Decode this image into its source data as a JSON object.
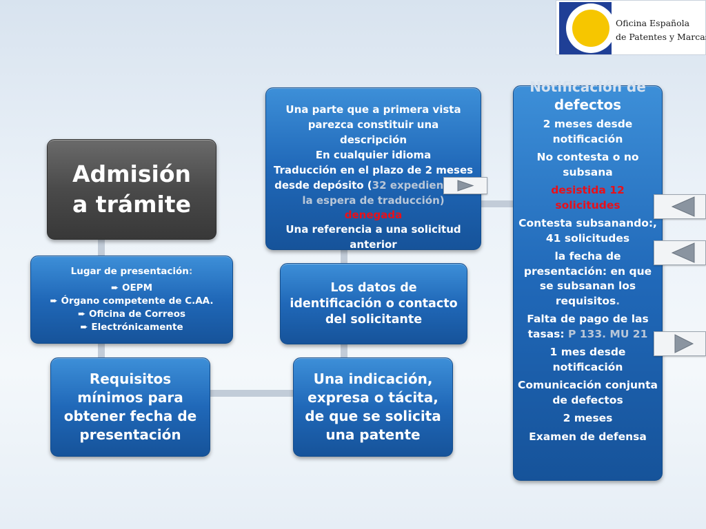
{
  "logo": {
    "line1": "Oficina Española",
    "line2": "de Patentes y Marcas"
  },
  "admision": {
    "title": "Admisión a trámite"
  },
  "lugar": {
    "heading": "Lugar de presentación",
    "heading_colon": ":",
    "items": [
      "OEPM",
      "Órgano competente de C.AA.",
      "Oficina de Correos",
      "Electrónicamente"
    ]
  },
  "requisitos": {
    "text": "Requisitos mínimos para obtener fecha de presentación"
  },
  "indicacion": {
    "text": "Una indicación, expresa o tácita, de que se solicita una patente"
  },
  "datos": {
    "text": "Los datos de identificación o contacto del solicitante"
  },
  "parte": {
    "line1": "Una parte que a primera vista parezca constituir una descripción",
    "line2": "En cualquier idioma",
    "line3a": "Traducción en el plazo de 2 meses desde depósito (",
    "line3b": "32",
    "line3c": " expedientes a la espera de traducción)",
    "line4": "denegada",
    "line5": "Una referencia a una solicitud anterior"
  },
  "notificacion": {
    "title_a": "Notificación de",
    "title_b": "defectos",
    "i1": "2 meses desde notificación",
    "i2": "No contesta o no subsana",
    "i3": "desistida 12 solicitudes",
    "i4a": "Contesta subsanando:,",
    "i4b": "41 solicitudes",
    "i5a": "la fecha de presentación: en  que se subsanan los requisitos",
    "i5b": ".",
    "i6a": "Falta de pago de las tasas: ",
    "i6b": "P 133. MU 21",
    "i7": "1 mes desde notificación",
    "i8": "Comunicación conjunta de defectos",
    "i9": "2 meses",
    "i10": "Examen de defensa"
  },
  "colors": {
    "box_blue": "#2068b8",
    "box_dark": "#4a4a4a",
    "red_text": "#e8101a",
    "logo_yellow": "#f6c600",
    "logo_blue": "#1f3f96"
  },
  "icons": [
    "play-right-icon",
    "play-left-icon",
    "play-left-icon",
    "play-right-icon"
  ]
}
